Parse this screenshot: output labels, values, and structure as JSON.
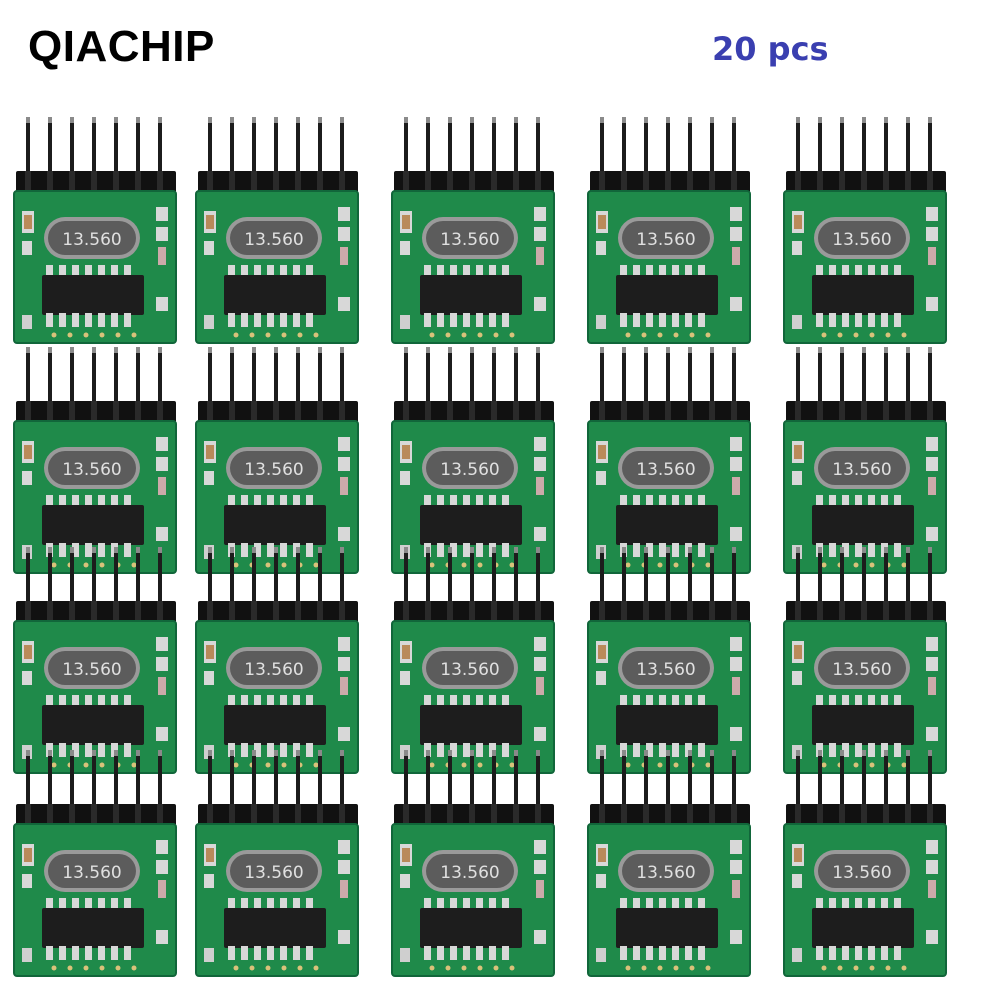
{
  "header": {
    "brand": "QIACHIP",
    "quantity": "20 pcs"
  },
  "colors": {
    "brand_text": "#000000",
    "quantity_text": "#3a3fb0",
    "pcb": "#1f8a4a",
    "pcb_dark": "#11663a",
    "pin": "#1c1c1c",
    "pin_tip": "#8a8a8a",
    "crystal": "#5c5c5c",
    "ic": "#1d1d1d",
    "pad": "#d8d8d8"
  },
  "module": {
    "crystal_label": "13.560",
    "count": 20,
    "rows": 4,
    "columns": 5
  }
}
